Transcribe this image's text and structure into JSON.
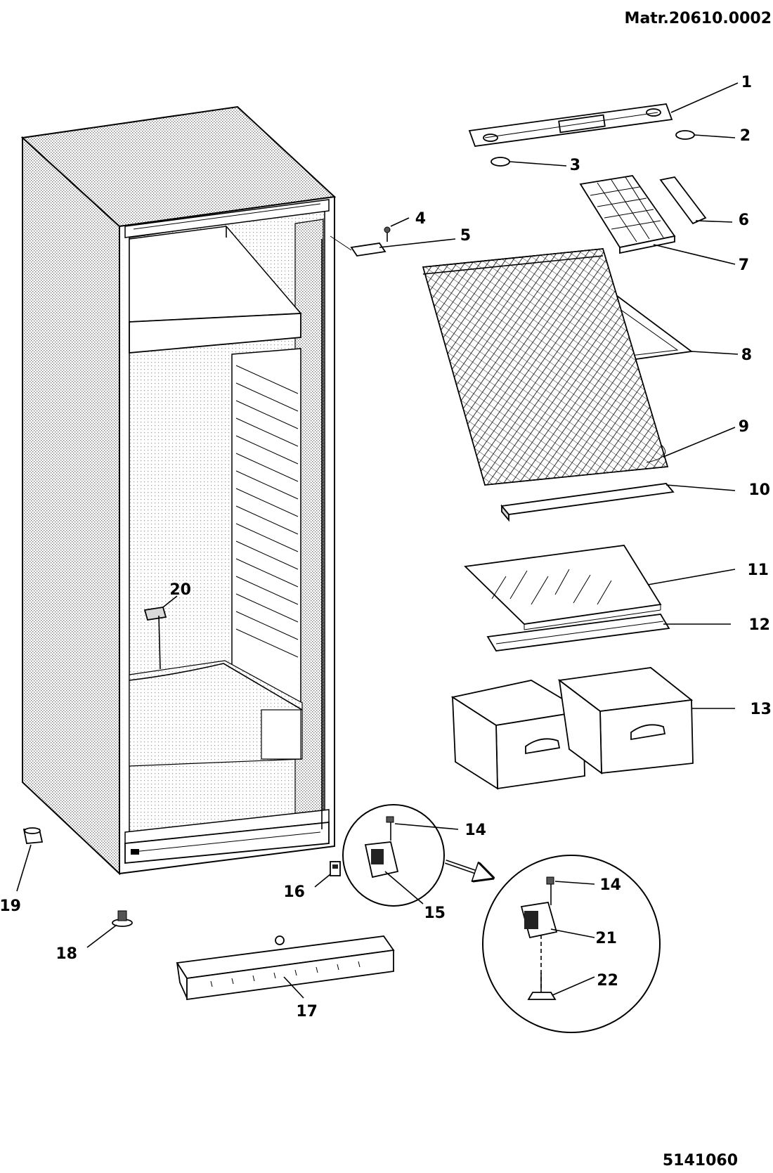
{
  "header": {
    "material_code": "Matr.20610.0002"
  },
  "footer": {
    "drawing_number": "5141060"
  },
  "callouts": [
    {
      "id": "1",
      "label": "1"
    },
    {
      "id": "2",
      "label": "2"
    },
    {
      "id": "3",
      "label": "3"
    },
    {
      "id": "4",
      "label": "4"
    },
    {
      "id": "5",
      "label": "5"
    },
    {
      "id": "6",
      "label": "6"
    },
    {
      "id": "7",
      "label": "7"
    },
    {
      "id": "8",
      "label": "8"
    },
    {
      "id": "9",
      "label": "9"
    },
    {
      "id": "10",
      "label": "10"
    },
    {
      "id": "11",
      "label": "11"
    },
    {
      "id": "12",
      "label": "12"
    },
    {
      "id": "13",
      "label": "13"
    },
    {
      "id": "14a",
      "label": "14"
    },
    {
      "id": "14b",
      "label": "14"
    },
    {
      "id": "15",
      "label": "15"
    },
    {
      "id": "16",
      "label": "16"
    },
    {
      "id": "17",
      "label": "17"
    },
    {
      "id": "18",
      "label": "18"
    },
    {
      "id": "19",
      "label": "19"
    },
    {
      "id": "20",
      "label": "20"
    },
    {
      "id": "21",
      "label": "21"
    },
    {
      "id": "22",
      "label": "22"
    }
  ]
}
